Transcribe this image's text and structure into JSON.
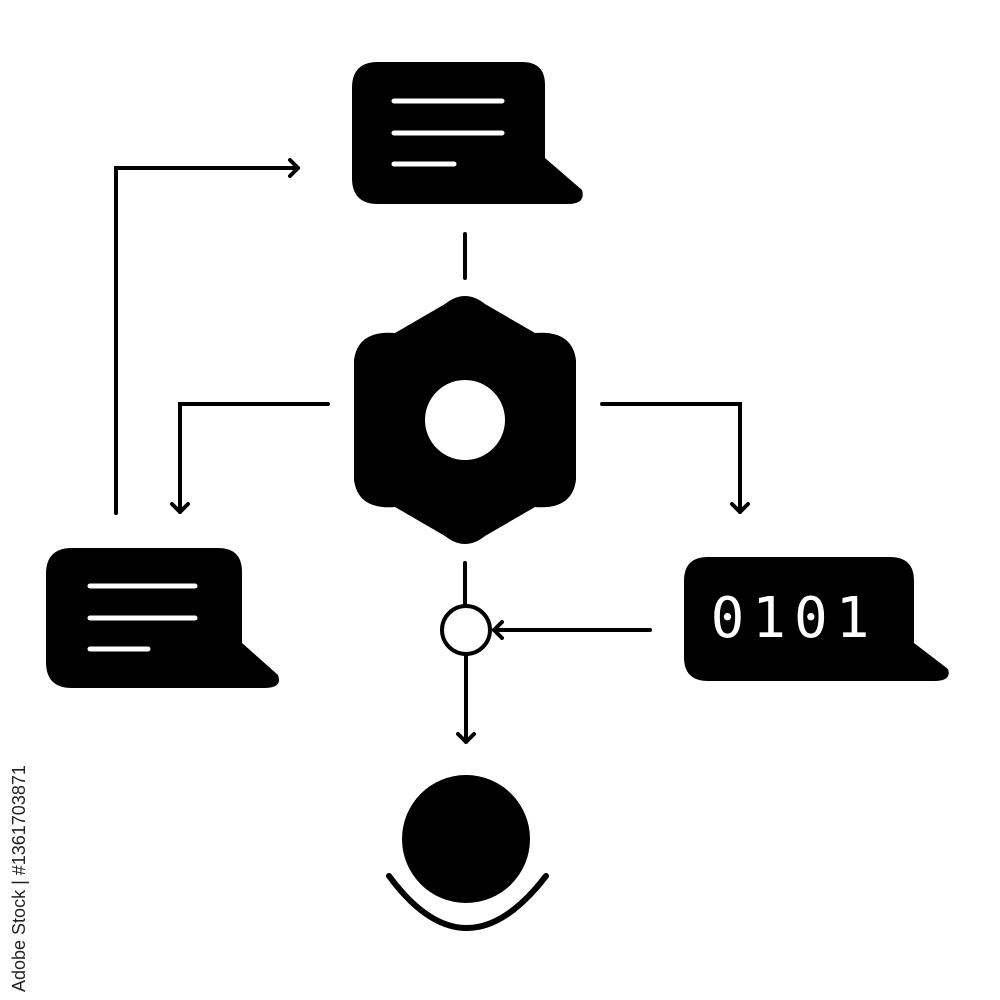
{
  "diagram": {
    "binary_label": "0101",
    "stock_id": "Adobe Stock | #1361703871",
    "colors": {
      "ink": "#000000",
      "background": "#ffffff"
    },
    "icons": [
      "chat-bubble-top",
      "chat-bubble-left",
      "binary-data-bubble",
      "gear-icon",
      "junction-circle",
      "user-icon"
    ]
  }
}
